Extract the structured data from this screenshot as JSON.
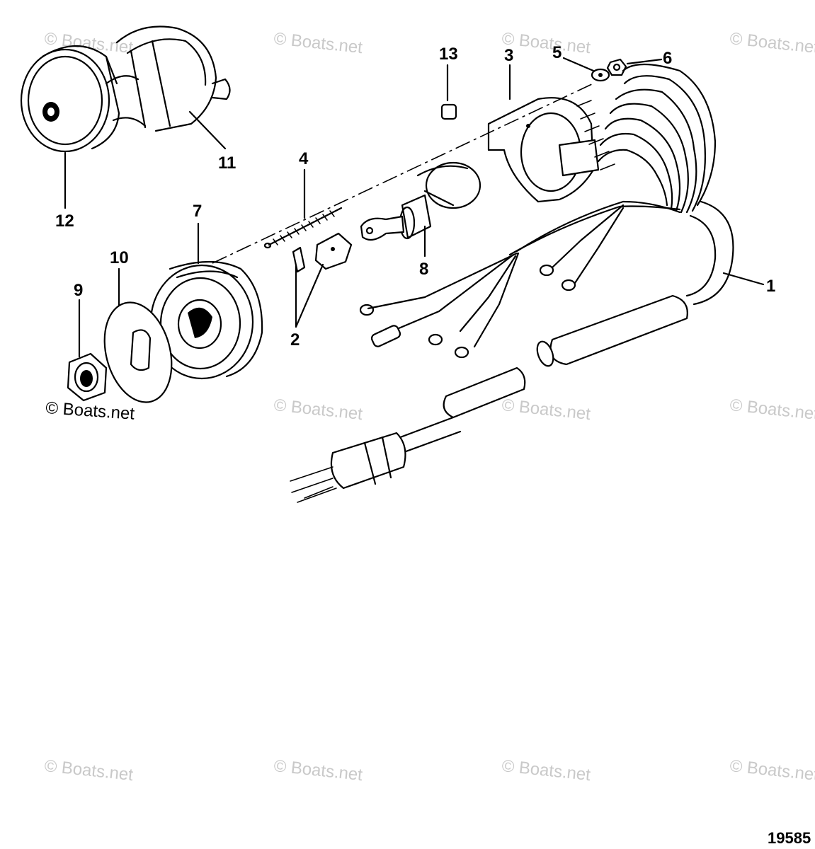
{
  "watermarks": {
    "text": "© Boats.net",
    "dark_text": "© Boats.net"
  },
  "figure_number": "19585",
  "callouts": [
    {
      "id": "1",
      "label": "1"
    },
    {
      "id": "2",
      "label": "2"
    },
    {
      "id": "3",
      "label": "3"
    },
    {
      "id": "4",
      "label": "4"
    },
    {
      "id": "5",
      "label": "5"
    },
    {
      "id": "6",
      "label": "6"
    },
    {
      "id": "7",
      "label": "7"
    },
    {
      "id": "8",
      "label": "8"
    },
    {
      "id": "9",
      "label": "9"
    },
    {
      "id": "10",
      "label": "10"
    },
    {
      "id": "11",
      "label": "11"
    },
    {
      "id": "12",
      "label": "12"
    },
    {
      "id": "13",
      "label": "13"
    }
  ]
}
